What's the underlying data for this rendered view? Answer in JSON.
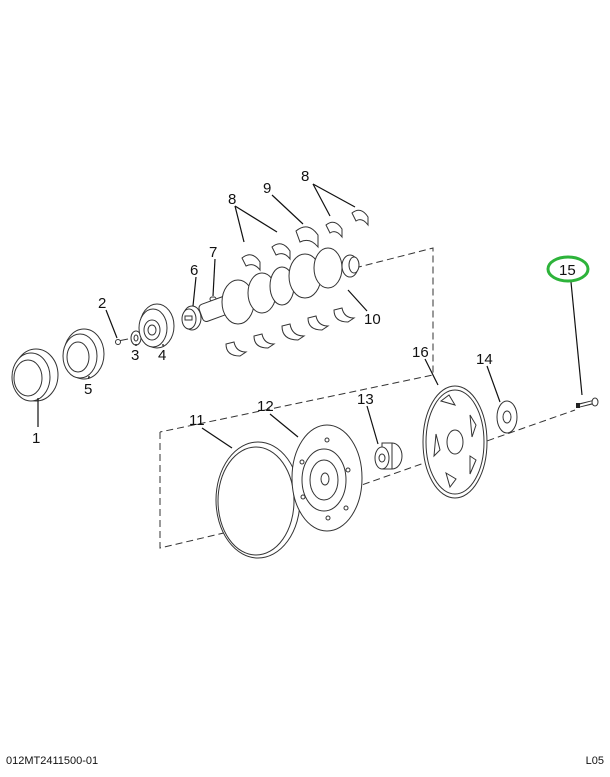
{
  "diagram": {
    "title": "Crankshaft, flywheel and pulley exploded parts diagram",
    "highlight_color": "#2db33a",
    "highlighted_callout": "15",
    "callouts": [
      {
        "id": "c1",
        "label": "1",
        "part": "pulley"
      },
      {
        "id": "c2",
        "label": "2",
        "part": "bolt"
      },
      {
        "id": "c3",
        "label": "3",
        "part": "washer"
      },
      {
        "id": "c4",
        "label": "4",
        "part": "damper"
      },
      {
        "id": "c5",
        "label": "5",
        "part": "pulley"
      },
      {
        "id": "c6",
        "label": "6",
        "part": "gear"
      },
      {
        "id": "c7",
        "label": "7",
        "part": "key"
      },
      {
        "id": "c8a",
        "label": "8",
        "part": "bearing"
      },
      {
        "id": "c8b",
        "label": "8",
        "part": "bearing"
      },
      {
        "id": "c9",
        "label": "9",
        "part": "thrust-bearing"
      },
      {
        "id": "c10",
        "label": "10",
        "part": "crankshaft"
      },
      {
        "id": "c11",
        "label": "11",
        "part": "ring-gear"
      },
      {
        "id": "c12",
        "label": "12",
        "part": "flexplate"
      },
      {
        "id": "c13",
        "label": "13",
        "part": "spacer"
      },
      {
        "id": "c14",
        "label": "14",
        "part": "reinforcement-plate"
      },
      {
        "id": "c15",
        "label": "15",
        "part": "bolt"
      },
      {
        "id": "c16",
        "label": "16",
        "part": "flywheel"
      }
    ]
  },
  "footer": {
    "document_id": "012MT2411500-01",
    "sheet_id": "L05"
  }
}
